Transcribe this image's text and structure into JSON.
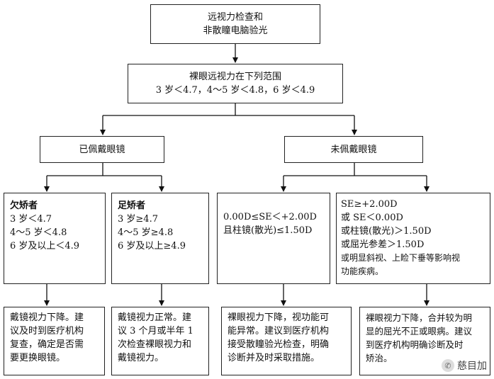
{
  "top_box": {
    "lines": [
      "远视力检查和",
      "非散瞳电脑验光"
    ]
  },
  "range_box": {
    "lines": [
      "裸眼远视力在下列范围",
      "3 岁＜4.7，4～5 岁＜4.8，6 岁＜4.9"
    ]
  },
  "branch_left": {
    "label": "已佩戴眼镜"
  },
  "branch_right": {
    "label": "未佩戴眼镜"
  },
  "cond_under": {
    "title": "欠矫者",
    "lines": [
      "3 岁＜4.7",
      "4～5 岁＜4.8",
      "6 岁及以上＜4.9"
    ]
  },
  "cond_full": {
    "title": "足矫者",
    "lines": [
      "3 岁≥4.7",
      "4～5 岁≥4.8",
      "6 岁及以上≥4.9"
    ]
  },
  "cond_normal_refraction": {
    "lines": [
      "0.00D≤SE＜+2.00D",
      "且柱镜(散光)≤1.50D"
    ]
  },
  "cond_abnormal_refraction": {
    "lines": [
      "SE≥+2.00D",
      "或 SE＜0.00D",
      "或柱镜(散光)＞1.50D",
      "或屈光参差＞1.50D",
      "或明显斜视、上睑下垂等影响视",
      "功能疾病。"
    ]
  },
  "result_1": {
    "lines": [
      "戴镜视力下降。建",
      "议及时到医疗机构",
      "复查，确定是否需",
      "要更换眼镜。"
    ]
  },
  "result_2": {
    "lines": [
      "戴镜视力正常。建",
      "议 3 个月或半年 1",
      "次检查裸眼视力和",
      "戴镜视力。"
    ]
  },
  "result_3": {
    "lines": [
      "裸眼视力下降，视功能可",
      "能异常。建议到医疗机构",
      "接受散瞳验光检查，明确",
      "诊断并及时采取措施。"
    ]
  },
  "result_4": {
    "lines": [
      "裸眼视力下降，合并较为明",
      "显的屈光不正或眼病。建议",
      "到医疗机构明确诊断及时",
      "矫治。"
    ]
  },
  "watermark": {
    "text": "慈目加",
    "icon": "wechat-icon"
  }
}
